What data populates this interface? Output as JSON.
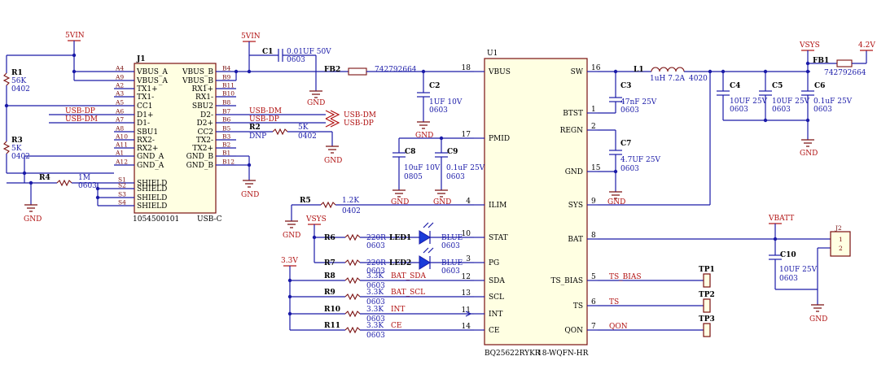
{
  "power": {
    "vin": "5VIN",
    "sys": "VSYS",
    "v42": "4.2V",
    "vbatt": "VBATT",
    "v33": "3.3V",
    "gnd": "GND"
  },
  "connector_j1": {
    "ref": "J1",
    "part": "1054500101",
    "type": "USB-C",
    "left_pins": [
      {
        "num": "A4",
        "name": "VBUS_A"
      },
      {
        "num": "A9",
        "name": "VBUS_A"
      },
      {
        "num": "A2",
        "name": "TX1+"
      },
      {
        "num": "A3",
        "name": "TX1-"
      },
      {
        "num": "A5",
        "name": "CC1"
      },
      {
        "num": "A6",
        "name": "D1+"
      },
      {
        "num": "A7",
        "name": "D1-"
      },
      {
        "num": "A8",
        "name": "SBU1"
      },
      {
        "num": "A10",
        "name": "RX2-"
      },
      {
        "num": "A11",
        "name": "RX2+"
      },
      {
        "num": "A1",
        "name": "GND_A"
      },
      {
        "num": "A12",
        "name": "GND_A"
      }
    ],
    "right_pins": [
      {
        "num": "B4",
        "name": "VBUS_B"
      },
      {
        "num": "B9",
        "name": "VBUS_B"
      },
      {
        "num": "B11",
        "name": "RX1+"
      },
      {
        "num": "B10",
        "name": "RX1-"
      },
      {
        "num": "B8",
        "name": "SBU2"
      },
      {
        "num": "B7",
        "name": "D2-"
      },
      {
        "num": "B6",
        "name": "D2+"
      },
      {
        "num": "B5",
        "name": "CC2"
      },
      {
        "num": "B3",
        "name": "TX2-"
      },
      {
        "num": "B2",
        "name": "TX2+"
      },
      {
        "num": "B1",
        "name": "GND_B"
      },
      {
        "num": "B12",
        "name": "GND_B"
      }
    ],
    "shield_pins": [
      {
        "num": "S1",
        "name": "SHIELD"
      },
      {
        "num": "S2",
        "name": "SHIELD"
      },
      {
        "num": "S3",
        "name": "SHIELD"
      },
      {
        "num": "S4",
        "name": "SHIELD"
      }
    ]
  },
  "nets": {
    "usb_dp": "USB-DP",
    "usb_dm": "USB-DM"
  },
  "ic_u1": {
    "ref": "U1",
    "part": "BQ25622RYKR",
    "package": "18-WQFN-HR",
    "left_pins": [
      {
        "num": "18",
        "name": "VBUS"
      },
      {
        "num": "17",
        "name": "PMID"
      },
      {
        "num": "4",
        "name": "ILIM"
      },
      {
        "num": "10",
        "name": "STAT"
      },
      {
        "num": "3",
        "name": "PG"
      },
      {
        "num": "12",
        "name": "SDA"
      },
      {
        "num": "13",
        "name": "SCL"
      },
      {
        "num": "11",
        "name": "INT"
      },
      {
        "num": "14",
        "name": "CE"
      }
    ],
    "right_pins": [
      {
        "num": "16",
        "name": "SW"
      },
      {
        "num": "1",
        "name": "BTST"
      },
      {
        "num": "2",
        "name": "REGN"
      },
      {
        "num": "15",
        "name": "GND"
      },
      {
        "num": "9",
        "name": "SYS"
      },
      {
        "num": "8",
        "name": "BAT"
      },
      {
        "num": "5",
        "name": "TS_BIAS"
      },
      {
        "num": "6",
        "name": "TS"
      },
      {
        "num": "7",
        "name": "QON"
      }
    ]
  },
  "components": {
    "r1": {
      "ref": "R1",
      "value": "56K",
      "pkg": "0402"
    },
    "r3": {
      "ref": "R3",
      "value": "5K",
      "pkg": "0402"
    },
    "r4": {
      "ref": "R4",
      "value": "1M",
      "pkg": "0603"
    },
    "r2": {
      "ref": "R2",
      "value": "5K",
      "pkg": "0402",
      "note": "DNP"
    },
    "c1": {
      "ref": "C1",
      "value": "0.01UF 50V",
      "pkg": "0603"
    },
    "fb2": {
      "ref": "FB2",
      "value": "742792664"
    },
    "c2": {
      "ref": "C2",
      "value": "1UF 10V",
      "pkg": "0603"
    },
    "c8": {
      "ref": "C8",
      "value": "10uF 10V",
      "pkg": "0805"
    },
    "c9": {
      "ref": "C9",
      "value": "0.1uF 25V",
      "pkg": "0603"
    },
    "r5": {
      "ref": "R5",
      "value": "1.2K",
      "pkg": "0402"
    },
    "r6": {
      "ref": "R6",
      "value": "220R",
      "pkg": "0603"
    },
    "r7": {
      "ref": "R7",
      "value": "220R",
      "pkg": "0603"
    },
    "led1": {
      "ref": "LED1",
      "value": "BLUE",
      "pkg": "0603"
    },
    "led2": {
      "ref": "LED2",
      "value": "BLUE",
      "pkg": "0603"
    },
    "r8": {
      "ref": "R8",
      "value": "3.3K",
      "pkg": "0603",
      "net": "BAT_SDA"
    },
    "r9": {
      "ref": "R9",
      "value": "3.3K",
      "pkg": "0603",
      "net": "BAT_SCL"
    },
    "r10": {
      "ref": "R10",
      "value": "3.3K",
      "pkg": "0603",
      "net": "INT"
    },
    "r11": {
      "ref": "R11",
      "value": "3.3K",
      "pkg": "0603",
      "net": "CE"
    },
    "l1": {
      "ref": "L1",
      "value": "1uH 7.2A",
      "pkg": "4020"
    },
    "c3": {
      "ref": "C3",
      "value": "47nF 25V",
      "pkg": "0603"
    },
    "c7": {
      "ref": "C7",
      "value": "4.7UF 25V",
      "pkg": "0603"
    },
    "c4": {
      "ref": "C4",
      "value": "10UF 25V",
      "pkg": "0603"
    },
    "c5": {
      "ref": "C5",
      "value": "10UF 25V",
      "pkg": "0603"
    },
    "c6": {
      "ref": "C6",
      "value": "0.1uF 25V",
      "pkg": "0603"
    },
    "fb1": {
      "ref": "FB1",
      "value": "742792664"
    },
    "c10": {
      "ref": "C10",
      "value": "10UF 25V",
      "pkg": "0603"
    },
    "j2": {
      "ref": "J2",
      "pin1": "1",
      "pin2": "2"
    },
    "tp1": {
      "ref": "TP1",
      "net": "TS_BIAS"
    },
    "tp2": {
      "ref": "TP2",
      "net": "TS"
    },
    "tp3": {
      "ref": "TP3",
      "net": "QON"
    }
  }
}
